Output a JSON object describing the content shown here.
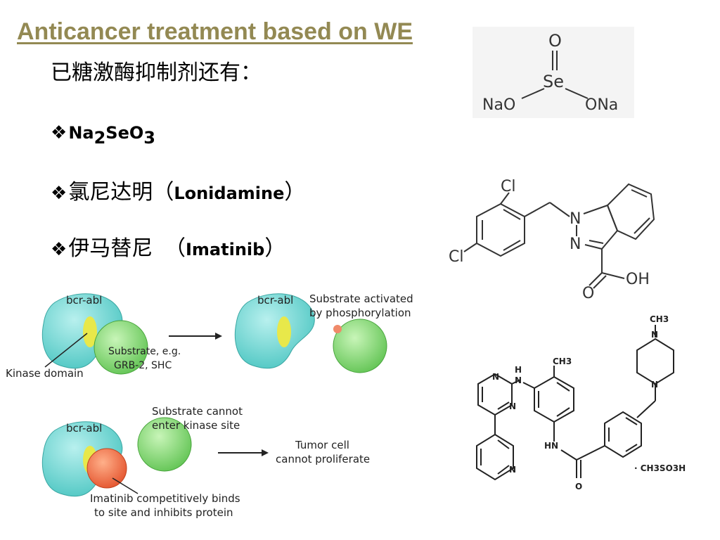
{
  "slide": {
    "title": "Anticancer treatment based on WE",
    "intro": "已糖激酶抑制剂还有：",
    "bullet_symbol": "❖",
    "items": {
      "na2seo3": {
        "base1": "Na",
        "sub1": "2",
        "base2": "SeO",
        "sub2": "3"
      },
      "lonidamine": {
        "cn": "氯尼达明",
        "open": "（",
        "en": "Lonidamine",
        "close": "）"
      },
      "imatinib": {
        "cn": "伊马替尼",
        "open": "（",
        "en": "Imatinib",
        "close": "）"
      }
    }
  },
  "selenite": {
    "atom_o": "O",
    "atom_se": "Se",
    "left": "NaO",
    "right": "ONa"
  },
  "lonidamine_structure": {
    "cl_top": "Cl",
    "cl_left": "Cl",
    "n1": "N",
    "n2": "N",
    "o": "O",
    "oh": "OH"
  },
  "imatinib_structure": {
    "n_methyl": "N",
    "ch3_top": "CH3",
    "ch3": "CH3",
    "n_pip_bottom": "N",
    "h": "H",
    "nh_n": "N",
    "hn": "HN",
    "o": "O",
    "salt": "· CH3SO3H",
    "pyr_n1": "N",
    "pyr_n2": "N",
    "py_n": "N"
  },
  "mechanism": {
    "bcr_abl": "bcr-abl",
    "kinase_domain": "Kinase domain",
    "substrate_1": "Substrate, e.g.",
    "substrate_2": "GRB-2, SHC",
    "activated_1": "Substrate activated",
    "activated_2": "by phosphorylation",
    "cannot_1": "Substrate cannot",
    "cannot_2": "enter kinase site",
    "tumor_1": "Tumor cell",
    "tumor_2": "cannot proliferate",
    "imatinib_1": "Imatinib competitively binds",
    "imatinib_2": "to site and inhibits protein"
  }
}
